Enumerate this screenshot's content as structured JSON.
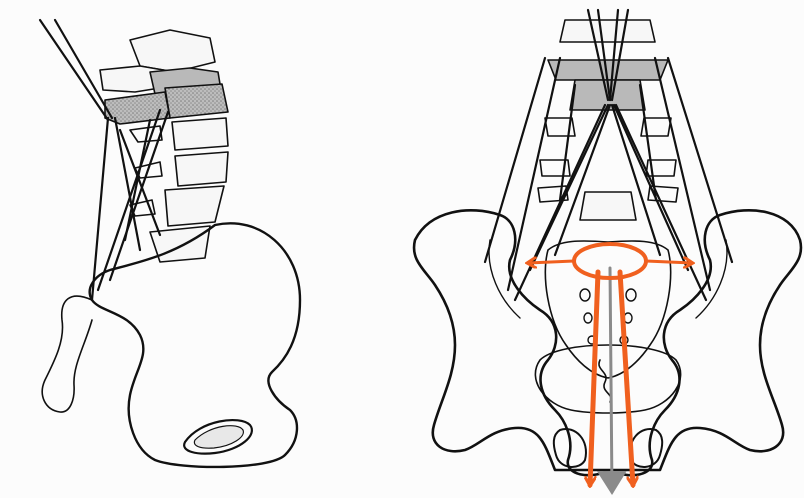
{
  "figure": {
    "panels": [
      {
        "id": "lateral-view"
      },
      {
        "id": "posterior-view"
      }
    ],
    "colors": {
      "outline": "#111111",
      "shaded_vertebra": "#9a9a9a",
      "light_fill": "#f4f4f4",
      "force_arrows": "#f0601f",
      "central_axis": "#8a8a8a",
      "background": "#fcfcfc"
    },
    "annotations": {
      "lateral_force_arrows": 2,
      "downward_force_arrows": 2,
      "ellipse_marker": 1,
      "gray_axis_arrow": 1
    }
  }
}
